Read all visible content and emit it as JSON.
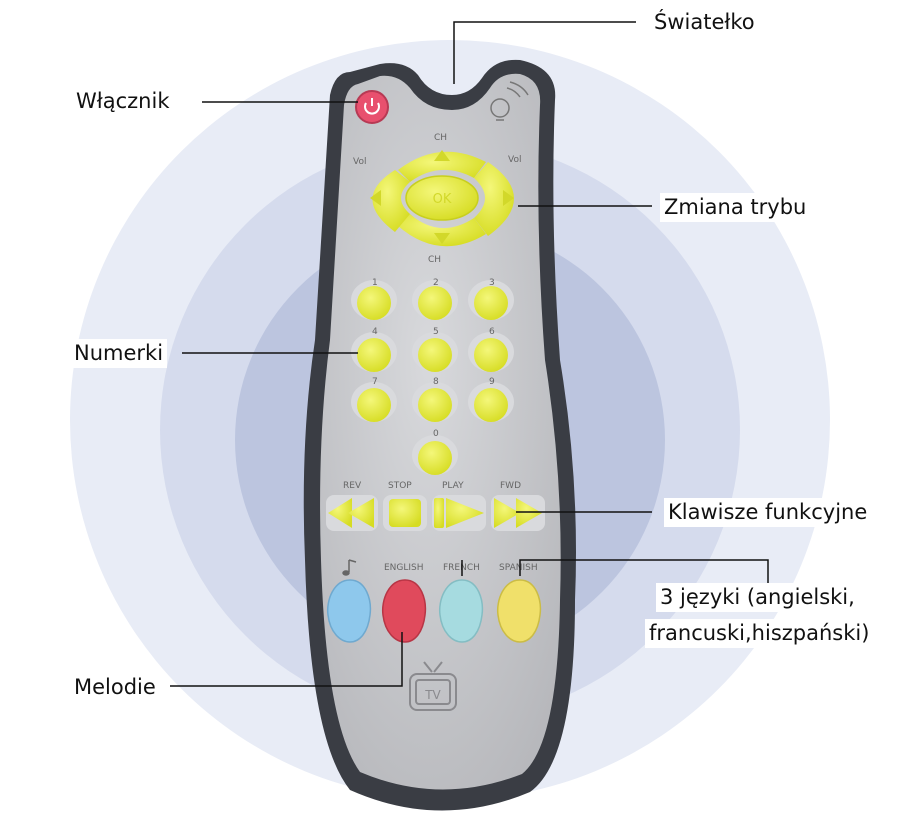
{
  "labels": {
    "light": "Światełko",
    "power": "Włącznik",
    "mode": "Zmiana trybu",
    "numbers": "Numerki",
    "function_keys": "Klawisze funkcyjne",
    "languages_line1": "3 języki (angielski,",
    "languages_line2": "francuski,hiszpański)",
    "melodies": "Melodie"
  },
  "remote": {
    "ch_top": "CH",
    "ch_bottom": "CH",
    "vol_left": "Vol",
    "vol_right": "Vol",
    "ok": "OK",
    "digits": [
      "1",
      "2",
      "3",
      "4",
      "5",
      "6",
      "7",
      "8",
      "9",
      "0"
    ],
    "functions": [
      "REV",
      "STOP",
      "PLAY",
      "FWD"
    ],
    "languages": [
      "ENGLISH",
      "FRENCH",
      "SPANISH"
    ],
    "tv": "TV"
  },
  "colors": {
    "yellow_button": "#e6ec3a",
    "body": "#c9cacd",
    "frame": "#3a3d44",
    "power": "#e8506e",
    "melody": "#8ec8ec",
    "english": "#e04a5c",
    "french": "#a6dbe0",
    "spanish": "#f0e06a",
    "halo_outer": "#e6eaf5",
    "halo_mid": "#d3daec",
    "halo_inner": "#b9c3de"
  },
  "icons": [
    "power-icon",
    "bulb-icon",
    "arrow-up-icon",
    "arrow-down-icon",
    "arrow-left-icon",
    "arrow-right-icon",
    "rewind-icon",
    "stop-icon",
    "play-icon",
    "fast-forward-icon",
    "music-note-icon",
    "tv-icon"
  ]
}
